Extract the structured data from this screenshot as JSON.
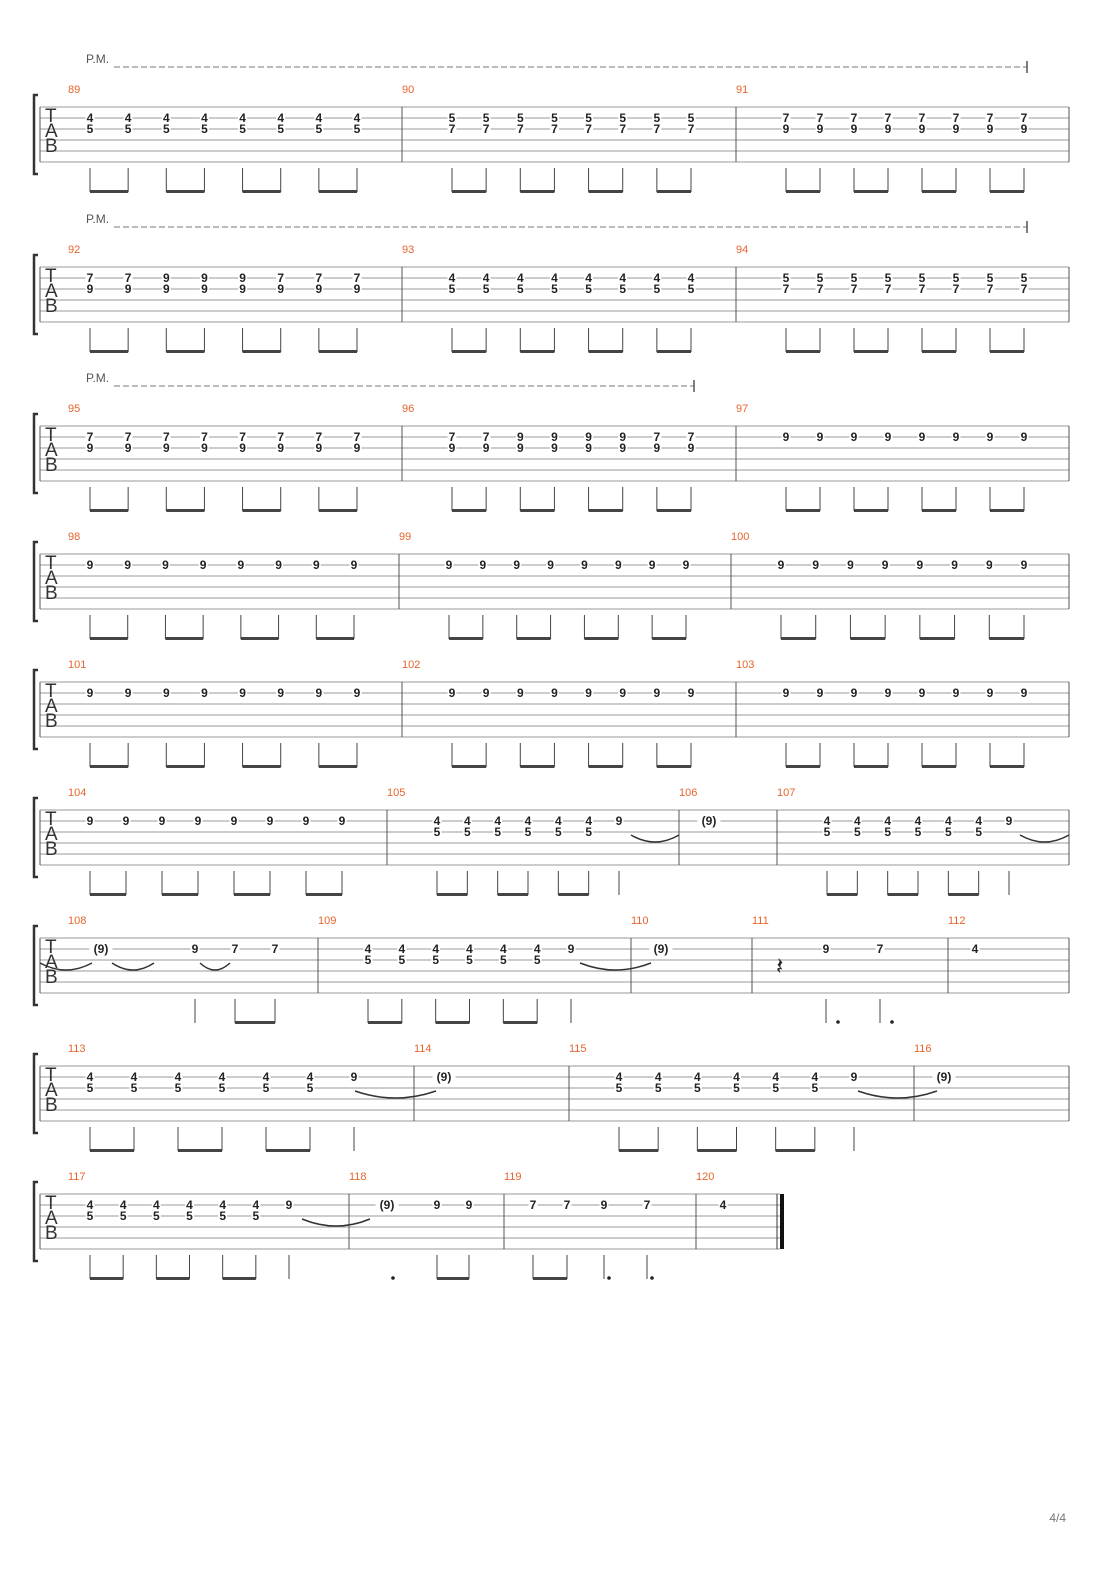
{
  "tab_letters": [
    "T",
    "A",
    "B"
  ],
  "palm_mute_label": "P.M.",
  "page_number": "4/4",
  "systems": [
    {
      "pm": true,
      "pm_end_bar": 3,
      "measures": [
        {
          "num": "89",
          "notes": [
            [
              "4",
              "5"
            ],
            [
              "4",
              "5"
            ],
            [
              "4",
              "5"
            ],
            [
              "4",
              "5"
            ],
            [
              "4",
              "5"
            ],
            [
              "4",
              "5"
            ],
            [
              "4",
              "5"
            ],
            [
              "4",
              "5"
            ]
          ]
        },
        {
          "num": "90",
          "notes": [
            [
              "5",
              "7"
            ],
            [
              "5",
              "7"
            ],
            [
              "5",
              "7"
            ],
            [
              "5",
              "7"
            ],
            [
              "5",
              "7"
            ],
            [
              "5",
              "7"
            ],
            [
              "5",
              "7"
            ],
            [
              "5",
              "7"
            ]
          ]
        },
        {
          "num": "91",
          "notes": [
            [
              "7",
              "9"
            ],
            [
              "7",
              "9"
            ],
            [
              "7",
              "9"
            ],
            [
              "7",
              "9"
            ],
            [
              "7",
              "9"
            ],
            [
              "7",
              "9"
            ],
            [
              "7",
              "9"
            ],
            [
              "7",
              "9"
            ]
          ]
        }
      ]
    },
    {
      "pm": true,
      "pm_end_bar": 3,
      "measures": [
        {
          "num": "92",
          "notes": [
            [
              "7",
              "9"
            ],
            [
              "7",
              "9"
            ],
            [
              "9",
              "9"
            ],
            [
              "9",
              "9"
            ],
            [
              "9",
              "9"
            ],
            [
              "7",
              "9"
            ],
            [
              "7",
              "9"
            ],
            [
              "7",
              "9"
            ]
          ]
        },
        {
          "num": "93",
          "notes": [
            [
              "4",
              "5"
            ],
            [
              "4",
              "5"
            ],
            [
              "4",
              "5"
            ],
            [
              "4",
              "5"
            ],
            [
              "4",
              "5"
            ],
            [
              "4",
              "5"
            ],
            [
              "4",
              "5"
            ],
            [
              "4",
              "5"
            ]
          ]
        },
        {
          "num": "94",
          "notes": [
            [
              "5",
              "7"
            ],
            [
              "5",
              "7"
            ],
            [
              "5",
              "7"
            ],
            [
              "5",
              "7"
            ],
            [
              "5",
              "7"
            ],
            [
              "5",
              "7"
            ],
            [
              "5",
              "7"
            ],
            [
              "5",
              "7"
            ]
          ]
        }
      ]
    },
    {
      "pm": true,
      "pm_end_bar": 2,
      "measures": [
        {
          "num": "95",
          "notes": [
            [
              "7",
              "9"
            ],
            [
              "7",
              "9"
            ],
            [
              "7",
              "9"
            ],
            [
              "7",
              "9"
            ],
            [
              "7",
              "9"
            ],
            [
              "7",
              "9"
            ],
            [
              "7",
              "9"
            ],
            [
              "7",
              "9"
            ]
          ]
        },
        {
          "num": "96",
          "notes": [
            [
              "7",
              "9"
            ],
            [
              "7",
              "9"
            ],
            [
              "9",
              "9"
            ],
            [
              "9",
              "9"
            ],
            [
              "9",
              "9"
            ],
            [
              "9",
              "9"
            ],
            [
              "7",
              "9"
            ],
            [
              "7",
              "9"
            ]
          ]
        },
        {
          "num": "97",
          "notes": [
            [
              "9"
            ],
            [
              "9"
            ],
            [
              "9"
            ],
            [
              "9"
            ],
            [
              "9"
            ],
            [
              "9"
            ],
            [
              "9"
            ],
            [
              "9"
            ]
          ]
        }
      ]
    },
    {
      "pm": false,
      "measures": [
        {
          "num": "98",
          "notes": [
            [
              "9"
            ],
            [
              "9"
            ],
            [
              "9"
            ],
            [
              "9"
            ],
            [
              "9"
            ],
            [
              "9"
            ],
            [
              "9"
            ],
            [
              "9"
            ]
          ]
        },
        {
          "num": "99",
          "notes": [
            [
              "9"
            ],
            [
              "9"
            ],
            [
              "9"
            ],
            [
              "9"
            ],
            [
              "9"
            ],
            [
              "9"
            ],
            [
              "9"
            ],
            [
              "9"
            ]
          ]
        },
        {
          "num": "100",
          "notes": [
            [
              "9"
            ],
            [
              "9"
            ],
            [
              "9"
            ],
            [
              "9"
            ],
            [
              "9"
            ],
            [
              "9"
            ],
            [
              "9"
            ],
            [
              "9"
            ]
          ]
        }
      ]
    },
    {
      "pm": false,
      "measures": [
        {
          "num": "101",
          "notes": [
            [
              "9"
            ],
            [
              "9"
            ],
            [
              "9"
            ],
            [
              "9"
            ],
            [
              "9"
            ],
            [
              "9"
            ],
            [
              "9"
            ],
            [
              "9"
            ]
          ]
        },
        {
          "num": "102",
          "notes": [
            [
              "9"
            ],
            [
              "9"
            ],
            [
              "9"
            ],
            [
              "9"
            ],
            [
              "9"
            ],
            [
              "9"
            ],
            [
              "9"
            ],
            [
              "9"
            ]
          ]
        },
        {
          "num": "103",
          "notes": [
            [
              "9"
            ],
            [
              "9"
            ],
            [
              "9"
            ],
            [
              "9"
            ],
            [
              "9"
            ],
            [
              "9"
            ],
            [
              "9"
            ],
            [
              "9"
            ]
          ]
        }
      ]
    },
    {
      "pm": false,
      "measures": [
        {
          "num": "104",
          "notes": [
            [
              "9"
            ],
            [
              "9"
            ],
            [
              "9"
            ],
            [
              "9"
            ],
            [
              "9"
            ],
            [
              "9"
            ],
            [
              "9"
            ],
            [
              "9"
            ]
          ]
        },
        {
          "num": "105",
          "notes": [
            [
              "4",
              "5"
            ],
            [
              "4",
              "5"
            ],
            [
              "4",
              "5"
            ],
            [
              "4",
              "5"
            ],
            [
              "4",
              "5"
            ],
            [
              "4",
              "5"
            ],
            [
              "9"
            ]
          ]
        },
        {
          "num": "106",
          "notes": [
            [
              "(9)"
            ]
          ]
        },
        {
          "num": "107",
          "notes": [
            [
              "4",
              "5"
            ],
            [
              "4",
              "5"
            ],
            [
              "4",
              "5"
            ],
            [
              "4",
              "5"
            ],
            [
              "4",
              "5"
            ],
            [
              "4",
              "5"
            ],
            [
              "9"
            ]
          ]
        }
      ]
    },
    {
      "pm": false,
      "measures": [
        {
          "num": "108",
          "notes": [
            [
              "(9)"
            ],
            [
              "9"
            ],
            [
              "7"
            ],
            [
              "7"
            ]
          ]
        },
        {
          "num": "109",
          "notes": [
            [
              "4",
              "5"
            ],
            [
              "4",
              "5"
            ],
            [
              "4",
              "5"
            ],
            [
              "4",
              "5"
            ],
            [
              "4",
              "5"
            ],
            [
              "4",
              "5"
            ],
            [
              "9"
            ]
          ]
        },
        {
          "num": "110",
          "notes": [
            [
              "(9)"
            ]
          ]
        },
        {
          "num": "111",
          "notes": [
            [
              "9"
            ],
            [
              "7"
            ]
          ]
        },
        {
          "num": "112",
          "notes": [
            [
              "4"
            ]
          ]
        }
      ]
    },
    {
      "pm": false,
      "measures": [
        {
          "num": "113",
          "notes": [
            [
              "4",
              "5"
            ],
            [
              "4",
              "5"
            ],
            [
              "4",
              "5"
            ],
            [
              "4",
              "5"
            ],
            [
              "4",
              "5"
            ],
            [
              "4",
              "5"
            ],
            [
              "9"
            ]
          ]
        },
        {
          "num": "114",
          "notes": [
            [
              "(9)"
            ]
          ]
        },
        {
          "num": "115",
          "notes": [
            [
              "4",
              "5"
            ],
            [
              "4",
              "5"
            ],
            [
              "4",
              "5"
            ],
            [
              "4",
              "5"
            ],
            [
              "4",
              "5"
            ],
            [
              "4",
              "5"
            ],
            [
              "9"
            ]
          ]
        },
        {
          "num": "116",
          "notes": [
            [
              "(9)"
            ]
          ]
        }
      ]
    },
    {
      "pm": false,
      "measures": [
        {
          "num": "117",
          "notes": [
            [
              "4",
              "5"
            ],
            [
              "4",
              "5"
            ],
            [
              "4",
              "5"
            ],
            [
              "4",
              "5"
            ],
            [
              "4",
              "5"
            ],
            [
              "4",
              "5"
            ],
            [
              "9"
            ]
          ]
        },
        {
          "num": "118",
          "notes": [
            [
              "(9)"
            ],
            [
              "9"
            ],
            [
              "9"
            ]
          ]
        },
        {
          "num": "119",
          "notes": [
            [
              "7"
            ],
            [
              "7"
            ],
            [
              "9"
            ],
            [
              "7"
            ]
          ]
        },
        {
          "num": "120",
          "notes": [
            [
              "4"
            ]
          ]
        }
      ]
    }
  ]
}
